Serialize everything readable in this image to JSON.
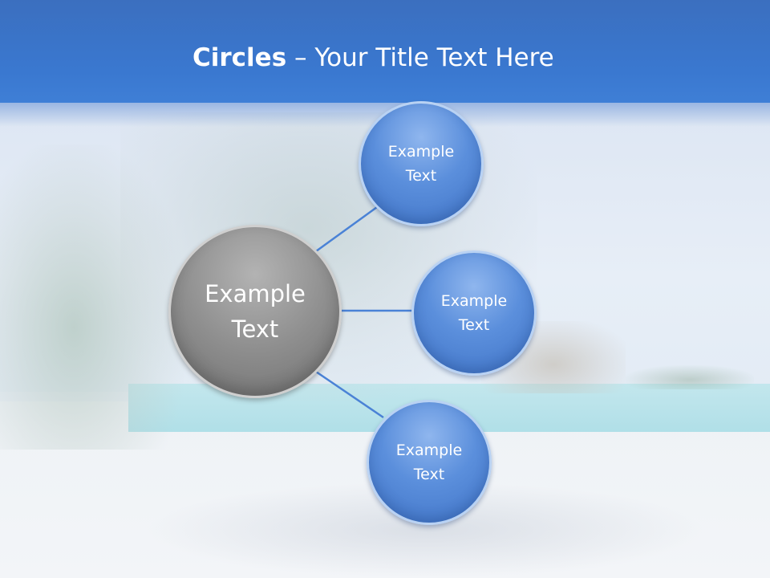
{
  "title": {
    "bold": "Circles",
    "rest": " – Your Title Text Here"
  },
  "diagram": {
    "center": {
      "label": "Example\nText"
    },
    "satellites": [
      {
        "label": "Example\nText"
      },
      {
        "label": "Example\nText"
      },
      {
        "label": "Example\nText"
      }
    ]
  },
  "colors": {
    "header": "#3a78d0",
    "satellite": "#5b8fdc",
    "center": "#8f8f8f",
    "connector": "#4a82d6"
  }
}
